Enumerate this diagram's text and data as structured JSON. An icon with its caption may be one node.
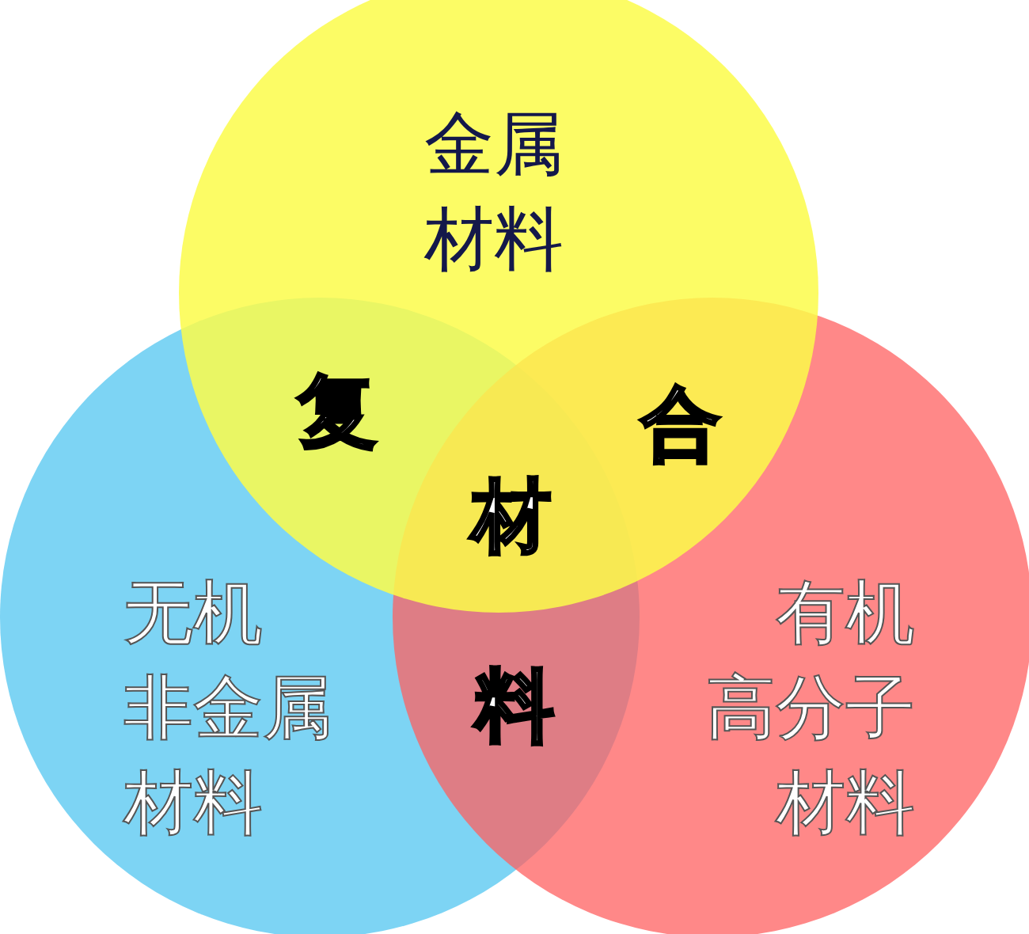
{
  "diagram": {
    "nodes": [
      {
        "text": [
          "金属材料"
        ]
      },
      {
        "text": [
          "无机非金属材料"
        ]
      },
      {
        "text": [
          "有机高分子材料"
        ]
      }
    ],
    "labels": [
      "复",
      "合",
      "材",
      "料"
    ]
  }
}
